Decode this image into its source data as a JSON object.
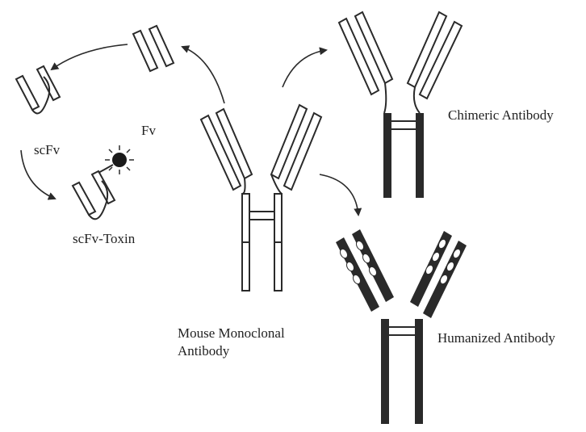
{
  "labels": {
    "fv": "Fv",
    "scfv": "scFv",
    "scfv_toxin": "scFv-Toxin",
    "mouse": "Mouse Monoclonal Antibody",
    "chimeric": "Chimeric Antibody",
    "humanized": "Humanized Antibody"
  },
  "colors": {
    "line": "#2a2a2a",
    "human_region": "#2a2a2a",
    "mouse_region": "#ffffff",
    "background": "#ffffff"
  },
  "icons": {
    "toxin": "starburst-dot"
  }
}
